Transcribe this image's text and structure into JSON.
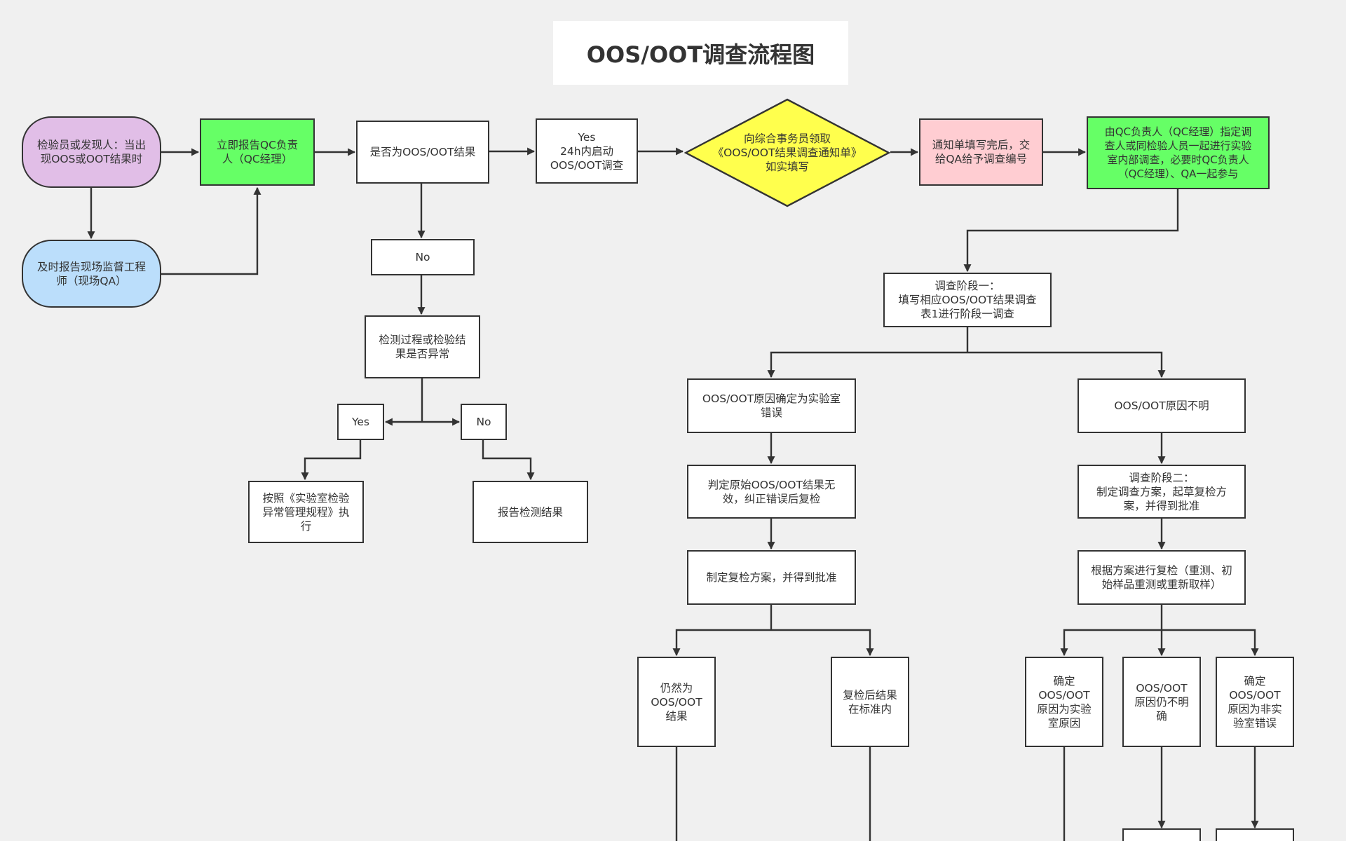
{
  "title": "OOS/OOT调查流程图",
  "colors": {
    "purple": "#e1bee7",
    "blue": "#bbdefb",
    "green": "#66ff66",
    "yellow": "#ffff4d",
    "pink": "#ffcdd2",
    "white": "#ffffff",
    "line": "#333333",
    "canvas": "#f0f0f0"
  },
  "nodes": {
    "inspector": "检验员或发现人：当出\n现OOS或OOT结果时",
    "report_qa": "及时报告现场监督工程\n师（现场QA）",
    "report_qc": "立即报告QC负责\n人（QC经理）",
    "is_oos": "是否为OOS/OOT结果",
    "yes_24h": "Yes\n24h内启动\nOOS/OOT调查",
    "notice": "向综合事务员领取\n《OOS/OOT结果调查通知单》\n如实填写",
    "notice_done": "通知单填写完后，交\n给QA给予调查编号",
    "qc_assign": "由QC负责人（QC经理）指定调\n查人或同检验人员一起进行实验\n室内部调查，必要时QC负责人\n（QC经理）、QA一起参与",
    "no_1": "No",
    "process_abnormal": "检测过程或检验结\n果是否异常",
    "yes_2": "Yes",
    "no_2": "No",
    "follow_rules": "按照《实验室检验\n异常管理规程》执\n行",
    "report_result": "报告检测结果",
    "stage1": "调查阶段一：\n填写相应OOS/OOT结果调查\n表1进行阶段一调查",
    "lab_error": "OOS/OOT原因确定为实验室\n错误",
    "cause_unknown": "OOS/OOT原因不明",
    "invalidate": "判定原始OOS/OOT结果无\n效，纠正错误后复检",
    "stage2": "调查阶段二：\n制定调查方案，起草复检方\n案，并得到批准",
    "retest_plan": "制定复检方案，并得到批准",
    "retest_by_plan": "根据方案进行复检（重测、初\n始样品重测或重新取样）",
    "still_oos": "仍然为\nOOS/OOT\n结果",
    "within_spec": "复检后结果\n在标准内",
    "confirm_lab_cause": "确定\nOOS/OOT\n原因为实验\n室原因",
    "still_unclear": "OOS/OOT\n原因仍不明\n确",
    "confirm_non_lab": "确定\nOOS/OOT\n原因为非实\n验室错误"
  }
}
